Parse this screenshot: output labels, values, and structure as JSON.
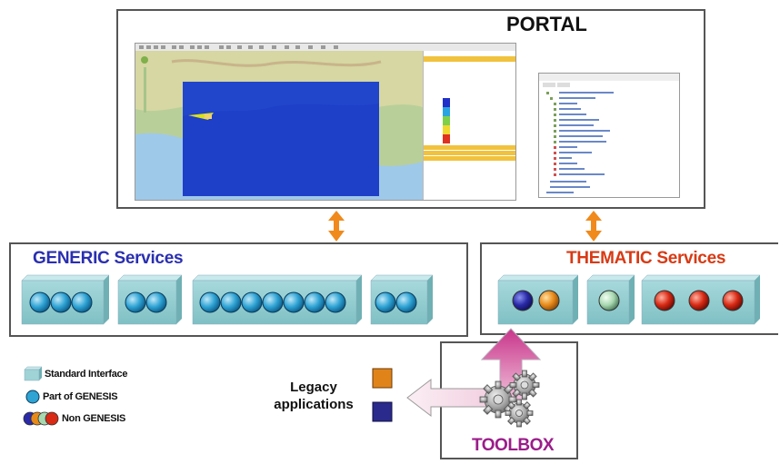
{
  "portal": {
    "title": "PORTAL"
  },
  "generic": {
    "title": "GENERIC Services",
    "color": "#2a2fb0"
  },
  "thematic": {
    "title": "THEMATIC Services",
    "color": "#d83a14"
  },
  "toolbox": {
    "title": "TOOLBOX",
    "color": "#9b1d8a"
  },
  "legacy": {
    "line1": "Legacy",
    "line2": "applications"
  },
  "legend": {
    "standard_interface": "Standard Interface",
    "part_of_genesis": "Part of GENESIS",
    "non_genesis": "Non GENESIS"
  },
  "colors": {
    "interface_block": "#9fd3d6",
    "genesis_ball": "#2ea3d4",
    "arrow_orange": "#f08a1c",
    "arrow_pink": "#d4559e",
    "arrow_light": "#f5d9e6",
    "legacy_orange": "#e0841a",
    "legacy_blue": "#2a2a8c"
  },
  "icons": [
    "interface-block-icon",
    "genesis-ball-icon",
    "non-genesis-ball-icon",
    "gear-icon",
    "arrow-icon"
  ]
}
